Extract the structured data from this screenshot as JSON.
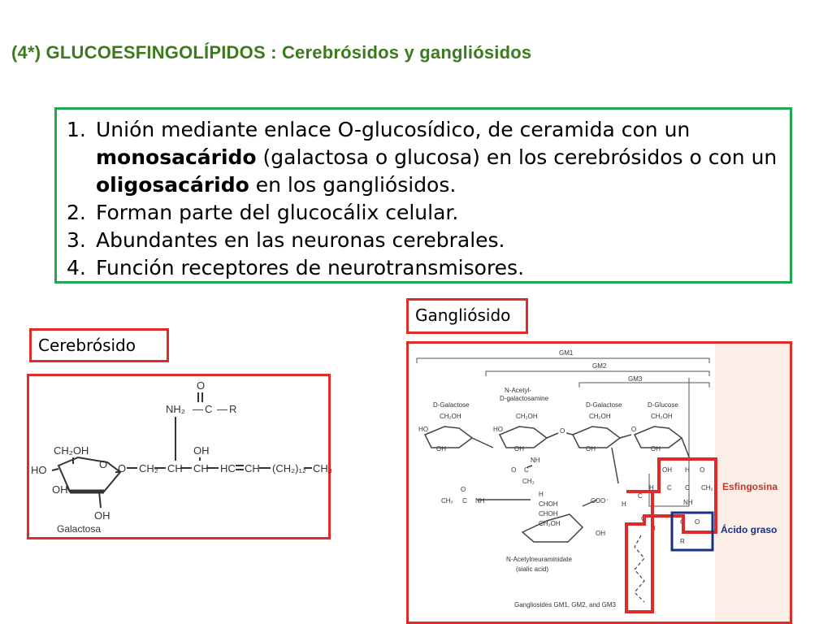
{
  "title": "(4*) GLUCOESFINGOLÍPIDOS : Cerebrósidos y gangliósidos",
  "list": {
    "item1": {
      "number": "1.",
      "t1": "Unión mediante enlace O-glucosídico, de ceramida con un ",
      "b1": "monosacárido",
      "t2": " (galactosa o glucosa) en los cerebrósidos o con un ",
      "b2": "oligosacárido",
      "t3": " en los gangliósidos."
    },
    "item2": {
      "number": "2.",
      "text": "Forman  parte del glucocálix celular."
    },
    "item3": {
      "number": "3.",
      "text": "Abundantes  en las neuronas cerebrales."
    },
    "item4": {
      "number": "4.",
      "text": "Función  receptores de neurotransmisores."
    }
  },
  "labels": {
    "cerebroside": "Cerebrósido",
    "ganglioside": "Gangliósido"
  },
  "cerebroside_figure": {
    "o_top": "O",
    "nh2": "NH₂",
    "c": "C",
    "dash": "—",
    "r": "R",
    "ch2oh": "CH₂OH",
    "ho": "HO",
    "oh": "OH",
    "ring_o": "O",
    "o_link": "O",
    "ch2": "CH₂",
    "ch": "CH",
    "hc": "HC",
    "ch2n": "(CH₂)₁₂",
    "ch3": "CH₃",
    "galactosa": "Galactosa"
  },
  "ganglioside_figure": {
    "gm1": "GM1",
    "gm2": "GM2",
    "gm3": "GM3",
    "d_galactose": "D-Galactose",
    "n_acetyl": "N-Acetyl-",
    "galactosamine": "D-galactosamine",
    "d_galactose2": "D-Galactose",
    "d_glucose": "D-Glucose",
    "ch2oh": "CH₂OH",
    "ho": "HO",
    "h": "H",
    "oh": "OH",
    "o": "O",
    "nh": "NH",
    "c": "C",
    "ch3": "CH₃",
    "ch2": "CH₂",
    "chon": "CHOH",
    "coo": "COO⁻",
    "n_acetylneuraminidate": "N-Acetylneuraminidate",
    "sialic": "(sialic acid)",
    "caption": "Gangliosides GM1, GM2, and GM3",
    "esfingosina": "Esfingosina",
    "acido_graso": "Ácido graso",
    "r": "R"
  }
}
